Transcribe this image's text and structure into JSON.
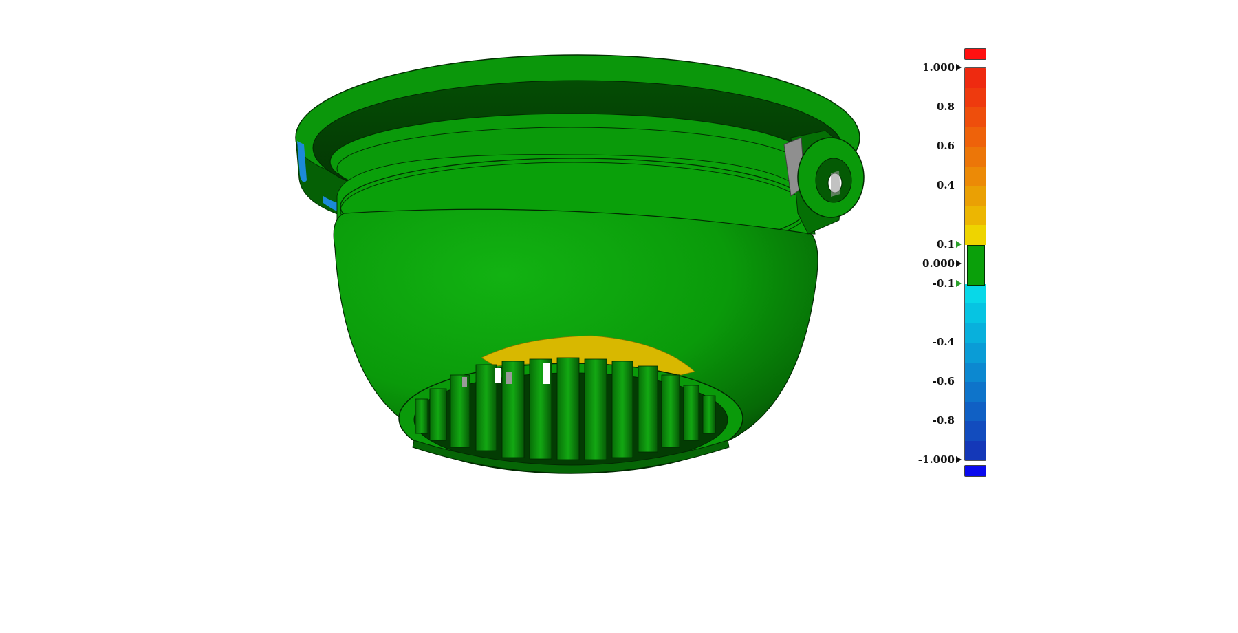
{
  "colors": {
    "background": "#ffffff",
    "body_green": "#0aa00a",
    "body_green_dark": "#045a04",
    "body_green_shadow": "#033d03",
    "yellow_band": "#d8b800",
    "blue_patch": "#1c8ad8",
    "grey_patch": "#9a9a9a",
    "over_cap": "#ff1010",
    "under_cap": "#0a0aee"
  },
  "legend": {
    "ticks": [
      {
        "label": "1.000",
        "value": 1.0,
        "bold_marker": true
      },
      {
        "label": "0.8",
        "value": 0.8
      },
      {
        "label": "0.6",
        "value": 0.6
      },
      {
        "label": "0.4",
        "value": 0.4
      },
      {
        "label": "0.1",
        "value": 0.1,
        "green_marker": true
      },
      {
        "label": "0.000",
        "value": 0.0,
        "bold_marker": true
      },
      {
        "label": "-0.1",
        "value": -0.1,
        "green_marker": true
      },
      {
        "label": "-0.4",
        "value": -0.4
      },
      {
        "label": "-0.6",
        "value": -0.6
      },
      {
        "label": "-0.8",
        "value": -0.8
      },
      {
        "label": "-1.000",
        "value": -1.0,
        "bold_marker": true
      }
    ],
    "range": [
      -1.0,
      1.0
    ],
    "tolerance_band": [
      -0.1,
      0.1
    ],
    "tolerance_color": "#0aa00a",
    "color_steps": [
      {
        "from": 0.9,
        "to": 1.0,
        "color": "#ee2a10"
      },
      {
        "from": 0.8,
        "to": 0.9,
        "color": "#ee3a0e"
      },
      {
        "from": 0.7,
        "to": 0.8,
        "color": "#ee4e0c"
      },
      {
        "from": 0.6,
        "to": 0.7,
        "color": "#ee620a"
      },
      {
        "from": 0.5,
        "to": 0.6,
        "color": "#ec7608"
      },
      {
        "from": 0.4,
        "to": 0.5,
        "color": "#ec8a06"
      },
      {
        "from": 0.3,
        "to": 0.4,
        "color": "#eaa004"
      },
      {
        "from": 0.2,
        "to": 0.3,
        "color": "#ecb602"
      },
      {
        "from": 0.1,
        "to": 0.2,
        "color": "#eed400"
      },
      {
        "from": -0.2,
        "to": -0.1,
        "color": "#08d8e8"
      },
      {
        "from": -0.3,
        "to": -0.2,
        "color": "#06c4e2"
      },
      {
        "from": -0.4,
        "to": -0.3,
        "color": "#08b0dc"
      },
      {
        "from": -0.5,
        "to": -0.4,
        "color": "#0a9cd6"
      },
      {
        "from": -0.6,
        "to": -0.5,
        "color": "#0c88d0"
      },
      {
        "from": -0.7,
        "to": -0.6,
        "color": "#0e74ca"
      },
      {
        "from": -0.8,
        "to": -0.7,
        "color": "#1060c4"
      },
      {
        "from": -0.9,
        "to": -0.8,
        "color": "#124cbe"
      },
      {
        "from": -1.0,
        "to": -0.9,
        "color": "#1438b8"
      }
    ]
  }
}
